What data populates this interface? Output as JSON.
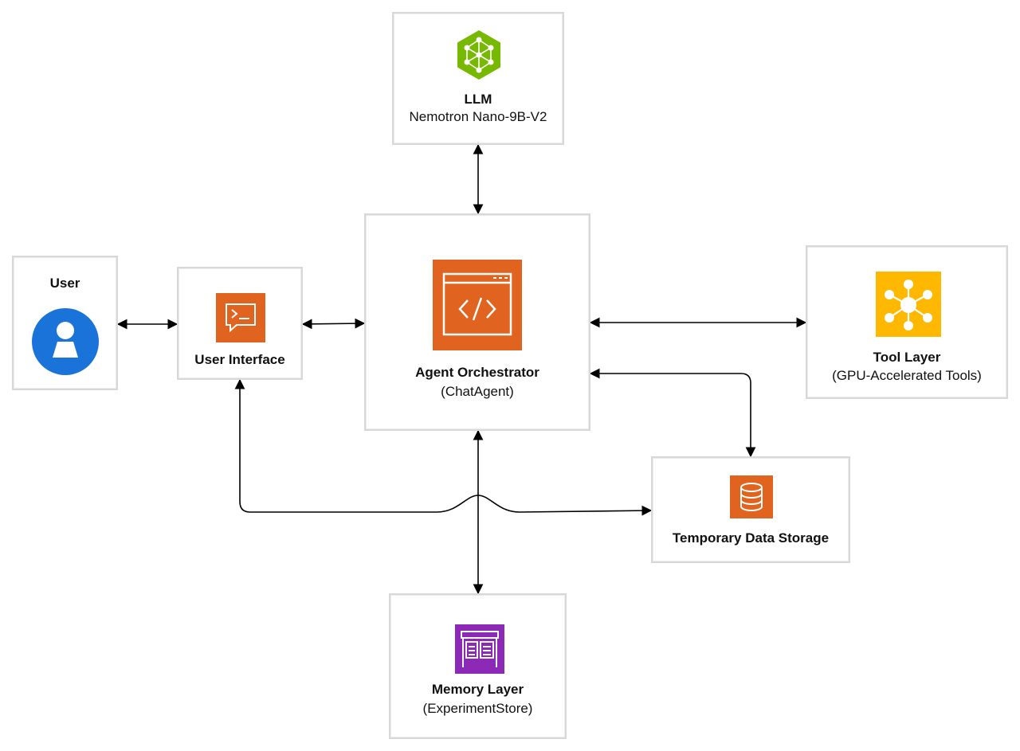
{
  "nodes": {
    "llm": {
      "title": "LLM",
      "subtitle": "Nemotron Nano-9B-V2",
      "icon": "neural-network-icon",
      "color": "#76b900"
    },
    "user": {
      "title": "User",
      "icon": "user-icon",
      "color": "#1a73d9"
    },
    "ui": {
      "title": "User Interface",
      "icon": "terminal-chat-icon",
      "color": "#e0641f"
    },
    "orchestrator": {
      "title": "Agent Orchestrator",
      "subtitle": "(ChatAgent)",
      "icon": "code-window-icon",
      "color": "#e0641f"
    },
    "tools": {
      "title": "Tool Layer",
      "subtitle": "(GPU-Accelerated Tools)",
      "icon": "hub-network-icon",
      "color": "#ffb800"
    },
    "storage": {
      "title": "Temporary Data Storage",
      "icon": "database-icon",
      "color": "#e0641f"
    },
    "memory": {
      "title": "Memory Layer",
      "subtitle": "(ExperimentStore)",
      "icon": "storage-gateway-icon",
      "color": "#8c2ab7"
    }
  }
}
